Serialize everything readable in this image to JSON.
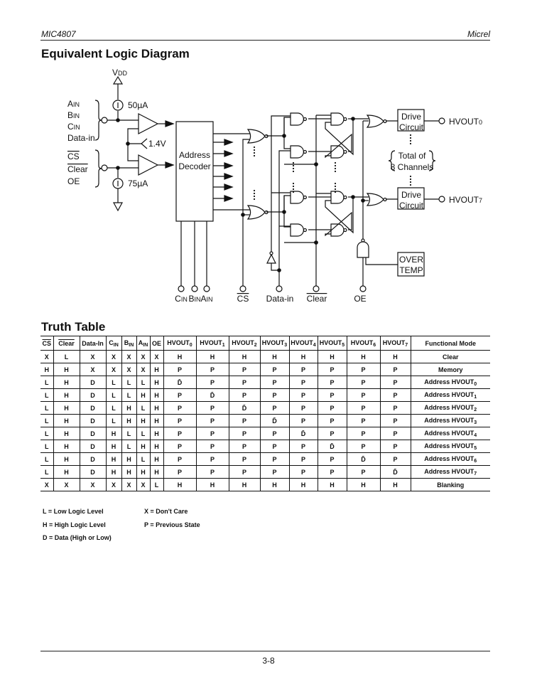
{
  "header": {
    "part": "MIC4807",
    "brand": "Micrel"
  },
  "diagram": {
    "title": "Equivalent Logic Diagram",
    "vdd": {
      "main": "V",
      "sub": "DD"
    },
    "current_top": "50µA",
    "current_bottom": "75µA",
    "threshold": "1.4V",
    "inputs_group1": [
      {
        "main": "A",
        "sub": "IN"
      },
      {
        "main": "B",
        "sub": "IN"
      },
      {
        "main": "C",
        "sub": "IN"
      },
      {
        "main": "Data-in",
        "sub": ""
      }
    ],
    "inputs_group2": [
      {
        "text": "CS",
        "overline": true
      },
      {
        "text": "Clear",
        "overline": true
      },
      {
        "text": "OE",
        "overline": false
      }
    ],
    "decoder": [
      "Address",
      "Decoder"
    ],
    "drive_circuit": [
      "Drive",
      "Circuit"
    ],
    "outputs": [
      {
        "main": "HVOUT",
        "sub": "0"
      },
      {
        "main": "HVOUT",
        "sub": "7"
      }
    ],
    "channels_note": [
      "Total of",
      "8 Channels"
    ],
    "over_temp": [
      "OVER",
      "TEMP"
    ],
    "pins": [
      {
        "main": "C",
        "sub": "IN"
      },
      {
        "main": "B",
        "sub": "IN"
      },
      {
        "main": "A",
        "sub": "IN"
      }
    ],
    "pin_cs": "CS",
    "pin_datain": "Data-in",
    "pin_clear": "Clear",
    "pin_oe": "OE"
  },
  "truth_table": {
    "title": "Truth Table",
    "headers": [
      {
        "text": "CS",
        "sub": "",
        "overline": true
      },
      {
        "text": "Clear",
        "sub": "",
        "overline": true
      },
      {
        "text": "Data-In",
        "sub": ""
      },
      {
        "text": "C",
        "sub": "IN"
      },
      {
        "text": "B",
        "sub": "IN"
      },
      {
        "text": "A",
        "sub": "IN"
      },
      {
        "text": "OE",
        "sub": ""
      },
      {
        "text": "HVOUT",
        "sub": "0"
      },
      {
        "text": "HVOUT",
        "sub": "1"
      },
      {
        "text": "HVOUT",
        "sub": "2"
      },
      {
        "text": "HVOUT",
        "sub": "3"
      },
      {
        "text": "HVOUT",
        "sub": "4"
      },
      {
        "text": "HVOUT",
        "sub": "5"
      },
      {
        "text": "HVOUT",
        "sub": "6"
      },
      {
        "text": "HVOUT",
        "sub": "7"
      },
      {
        "text": "Functional Mode",
        "sub": ""
      }
    ],
    "rows": [
      {
        "cells": [
          "X",
          "L",
          "X",
          "X",
          "X",
          "X",
          "X",
          "H",
          "H",
          "H",
          "H",
          "H",
          "H",
          "H",
          "H"
        ],
        "mode": "Clear",
        "mode_sub": ""
      },
      {
        "cells": [
          "H",
          "H",
          "X",
          "X",
          "X",
          "X",
          "H",
          "P",
          "P",
          "P",
          "P",
          "P",
          "P",
          "P",
          "P"
        ],
        "mode": "Memory",
        "mode_sub": ""
      },
      {
        "cells": [
          "L",
          "H",
          "D",
          "L",
          "L",
          "L",
          "H",
          "D̄",
          "P",
          "P",
          "P",
          "P",
          "P",
          "P",
          "P"
        ],
        "mode": "Address HVOUT",
        "mode_sub": "0"
      },
      {
        "cells": [
          "L",
          "H",
          "D",
          "L",
          "L",
          "H",
          "H",
          "P",
          "D̄",
          "P",
          "P",
          "P",
          "P",
          "P",
          "P"
        ],
        "mode": "Address HVOUT",
        "mode_sub": "1"
      },
      {
        "cells": [
          "L",
          "H",
          "D",
          "L",
          "H",
          "L",
          "H",
          "P",
          "P",
          "D̄",
          "P",
          "P",
          "P",
          "P",
          "P"
        ],
        "mode": "Address HVOUT",
        "mode_sub": "2"
      },
      {
        "cells": [
          "L",
          "H",
          "D",
          "L",
          "H",
          "H",
          "H",
          "P",
          "P",
          "P",
          "D̄",
          "P",
          "P",
          "P",
          "P"
        ],
        "mode": "Address HVOUT",
        "mode_sub": "3"
      },
      {
        "cells": [
          "L",
          "H",
          "D",
          "H",
          "L",
          "L",
          "H",
          "P",
          "P",
          "P",
          "P",
          "D̄",
          "P",
          "P",
          "P"
        ],
        "mode": "Address HVOUT",
        "mode_sub": "4"
      },
      {
        "cells": [
          "L",
          "H",
          "D",
          "H",
          "L",
          "H",
          "H",
          "P",
          "P",
          "P",
          "P",
          "P",
          "D̄",
          "P",
          "P"
        ],
        "mode": "Address HVOUT",
        "mode_sub": "5"
      },
      {
        "cells": [
          "L",
          "H",
          "D",
          "H",
          "H",
          "L",
          "H",
          "P",
          "P",
          "P",
          "P",
          "P",
          "P",
          "D̄",
          "P"
        ],
        "mode": "Address HVOUT",
        "mode_sub": "6"
      },
      {
        "cells": [
          "L",
          "H",
          "D",
          "H",
          "H",
          "H",
          "H",
          "P",
          "P",
          "P",
          "P",
          "P",
          "P",
          "P",
          "D̄"
        ],
        "mode": "Address HVOUT",
        "mode_sub": "7"
      },
      {
        "cells": [
          "X",
          "X",
          "X",
          "X",
          "X",
          "X",
          "L",
          "H",
          "H",
          "H",
          "H",
          "H",
          "H",
          "H",
          "H"
        ],
        "mode": "Blanking",
        "mode_sub": ""
      }
    ]
  },
  "notes": {
    "left": [
      "L = Low Logic Level",
      "H = High Logic Level",
      "D = Data (High or Low)"
    ],
    "right": [
      "X = Don't Care",
      "P = Previous State"
    ]
  },
  "footer": {
    "page": "3-8"
  }
}
